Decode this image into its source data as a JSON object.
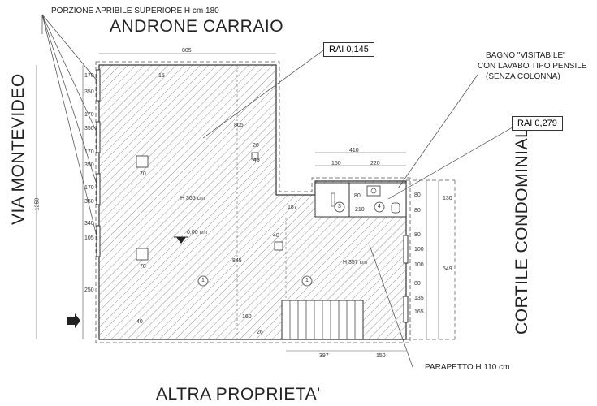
{
  "labels": {
    "top_note": "PORZIONE APRIBILE SUPERIORE H cm 180",
    "androne": "ANDRONE CARRAIO",
    "via": "VIA MONTEVIDEO",
    "cortile": "CORTILE CONDOMINIALE",
    "altra": "ALTRA PROPRIETA'",
    "bagno_line1": "BAGNO \"VISITABILE\"",
    "bagno_line2": "CON LAVABO TIPO PENSILE",
    "bagno_line3": "(SENZA COLONNA)",
    "parapetto": "PARAPETTO H 110 cm",
    "rai1": "RAI 0,145",
    "rai2": "RAI 0,279"
  },
  "dimensions": {
    "top_width": "805",
    "total_height": "1250",
    "left_segments": [
      "170",
      "350",
      "170",
      "350",
      "170",
      "350",
      "170",
      "350",
      "340",
      "105",
      "250"
    ],
    "bagno_width": "410",
    "bagno_split": [
      "160",
      "220"
    ],
    "right_segments": [
      "130",
      "80",
      "80",
      "80",
      "100",
      "80",
      "100",
      "135",
      "165"
    ],
    "right_total": "549",
    "bottom_segments": [
      "397",
      "150"
    ],
    "inner_depth_a": "805",
    "inner_depth_b": "845",
    "small_20": "20",
    "small_45": "45",
    "small_15": "15",
    "small_187": "187",
    "small_80": "80",
    "small_210": "210",
    "small_160": "160",
    "small_26": "26"
  },
  "annotations": {
    "h_left": "H 365 cm",
    "h_right": "H 357 cm",
    "elev": "0,00 cm",
    "room1": "1",
    "room2": "1",
    "room3": "3",
    "room4": "4",
    "pillar_a": "70",
    "pillar_b": "40",
    "pillar_c": "70",
    "pillar_d": "40"
  }
}
